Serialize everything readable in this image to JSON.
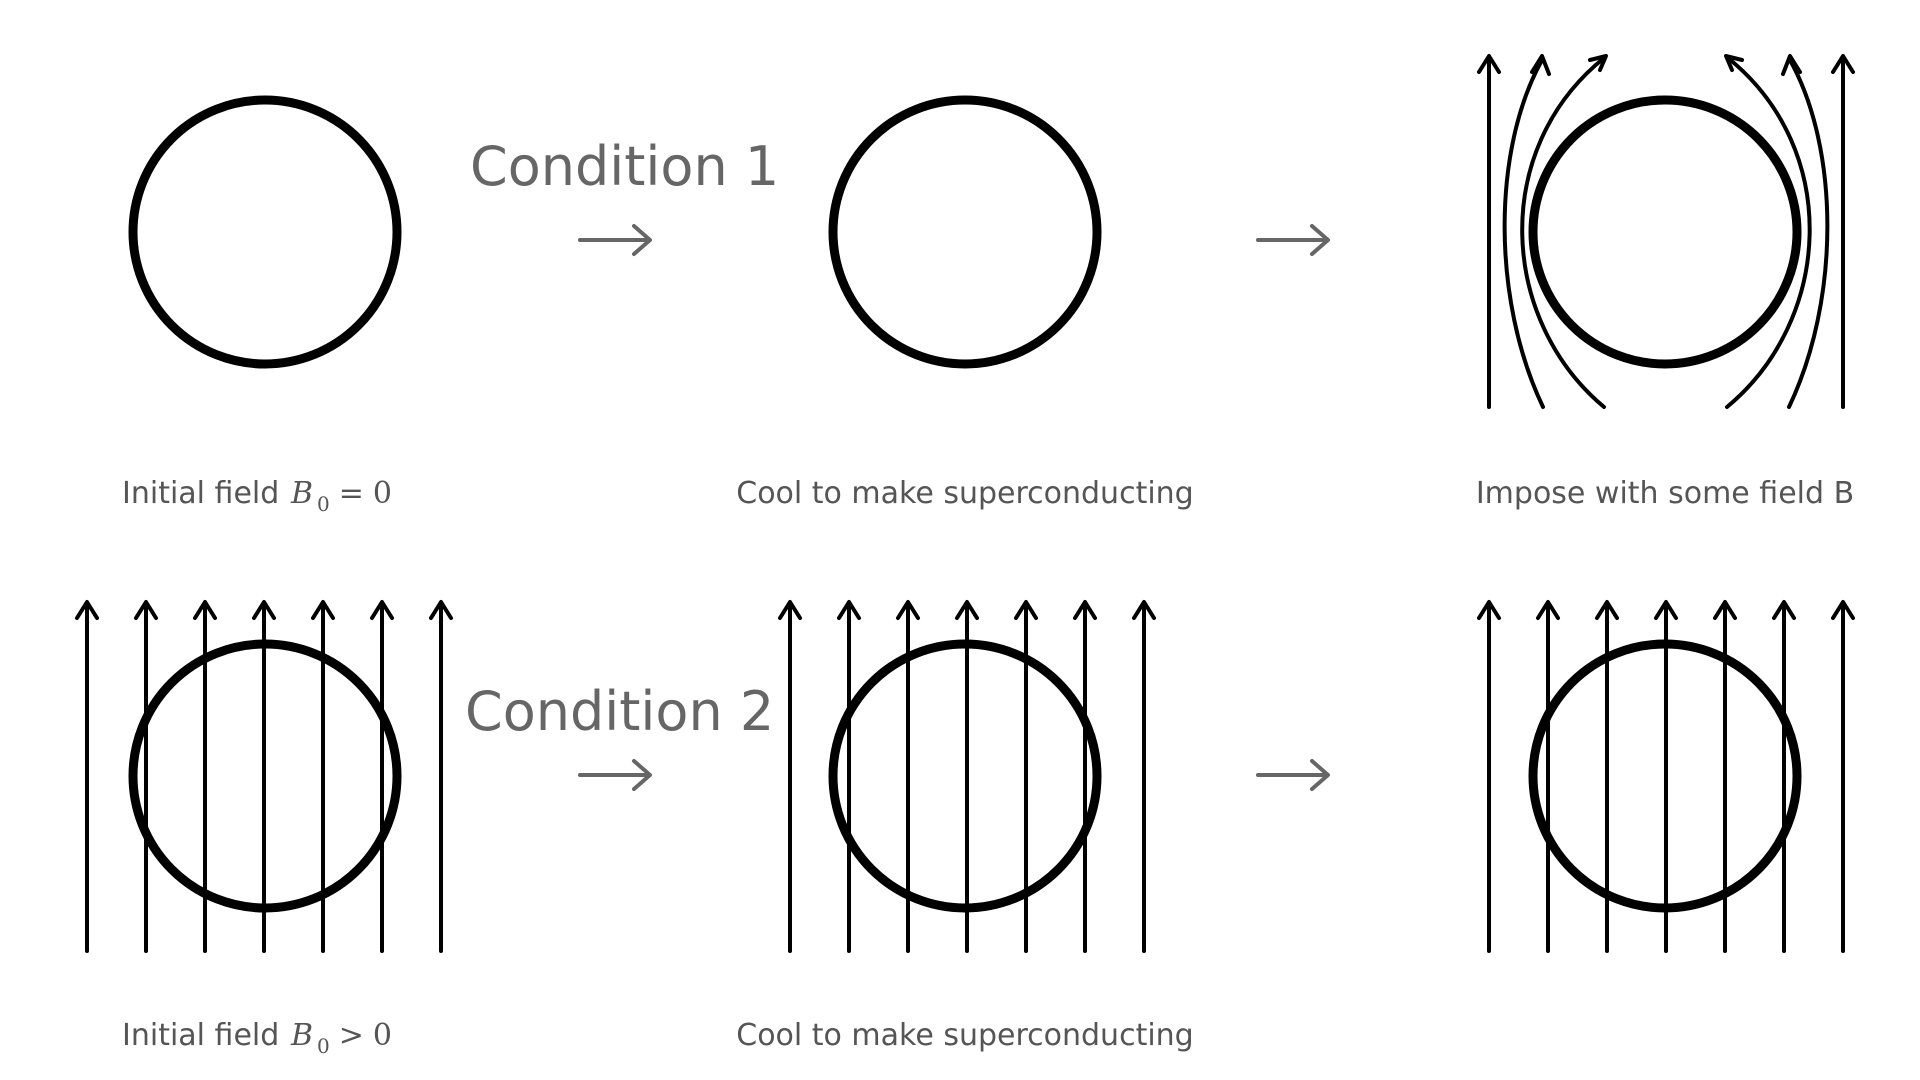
{
  "rows": [
    {
      "condition_label": "Condition 1",
      "captions": {
        "initial_text": "Initial field",
        "initial_math": {
          "symbol": "B",
          "subscript": "0",
          "relation": "=",
          "value": "0"
        },
        "cool": "Cool to make superconducting",
        "impose": "Impose with some field B"
      }
    },
    {
      "condition_label": "Condition 2",
      "captions": {
        "initial_text": "Initial field",
        "initial_math": {
          "symbol": "B",
          "subscript": "0",
          "relation": ">",
          "value": "0"
        },
        "cool": "Cool to make superconducting"
      }
    }
  ],
  "colors": {
    "ring": "#000000",
    "field_line": "#000000",
    "step_arrow": "#666666",
    "caption_text": "#555555",
    "condition_text": "#666666"
  },
  "icons": {
    "step_arrow": "right-arrow-icon",
    "field_line": "up-arrow-icon",
    "sample": "ring-icon"
  }
}
